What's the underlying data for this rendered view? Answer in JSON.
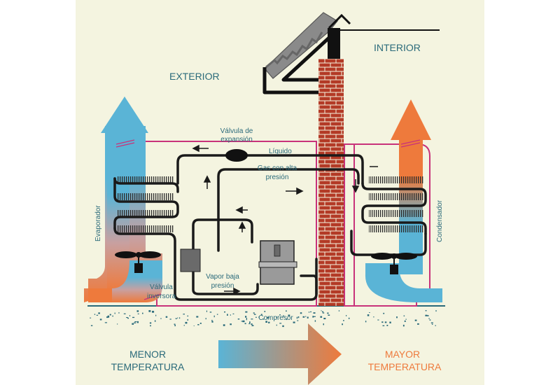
{
  "labels": {
    "exterior": "EXTERIOR",
    "interior": "INTERIOR",
    "valvula_expansion_1": "Válvula de",
    "valvula_expansion_2": "expansión",
    "liquido": "Líquido",
    "gas_alta_1": "Gas con alta",
    "gas_alta_2": "presión",
    "vapor_baja_1": "Vapor baja",
    "vapor_baja_2": "presión",
    "valvula_inversora_1": "Válvula",
    "valvula_inversora_2": "inversora",
    "compresor": "Compresor",
    "evaporador": "Evaporador",
    "condensador": "Condensador",
    "menor_1": "MENOR",
    "menor_2": "TEMPERATURA",
    "mayor_1": "MAYOR",
    "mayor_2": "TEMPERATURA"
  },
  "colors": {
    "background": "#f4f4e0",
    "cold": "#5ab4d6",
    "hot": "#ee7a3c",
    "unit_outline": "#c8327a",
    "pipe": "#1a1a1a",
    "brick": "#b33a26",
    "text": "#2a6a7a"
  }
}
